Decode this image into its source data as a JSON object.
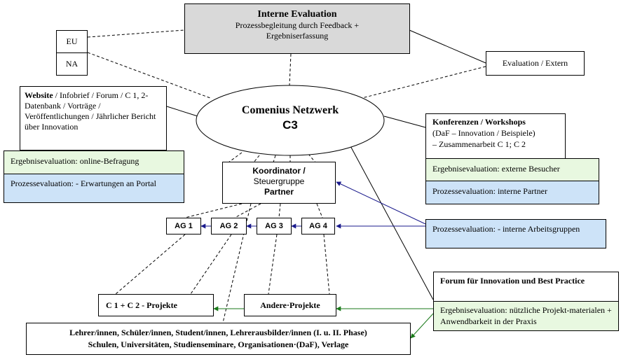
{
  "interne": {
    "title": "Interne Evaluation",
    "line1": "Prozessbegleitung durch Feedback +",
    "line2": "Ergebniserfassung"
  },
  "eu": "EU",
  "na": "NA",
  "extern": "Evaluation / Extern",
  "center": {
    "title": "Comenius Netzwerk",
    "code": "C3"
  },
  "website": {
    "bold": "Website",
    "rest": " / Infobrief / Forum / C 1, 2- Datenbank / Vorträge / Veröffentlichungen / Jährlicher Bericht über Innovation",
    "ergebnis": "Ergebnisevaluation: online-Befragung",
    "prozess": "Prozessevaluation: - Erwartungen an Portal"
  },
  "konf": {
    "bold": "Konferenzen / Workshops",
    "line2": "(DaF – Innovation / Beispiele)",
    "line3": "– Zusammenarbeit C 1; C 2",
    "ergebnis": "Ergebnisevaluation: externe Besucher",
    "prozess": "Prozessevaluation: interne Partner"
  },
  "koord": {
    "line1": "Koordinator /",
    "line2": "Steuergruppe",
    "line3": "Partner"
  },
  "ag": [
    "AG 1",
    "AG 2",
    "AG 3",
    "AG 4"
  ],
  "prozess_ag": "Prozessevaluation: - interne Arbeitsgruppen",
  "forum": {
    "title": "Forum für Innovation und Best Practice",
    "ergebnis": "Ergebnisevaluation: nützliche Projekt-materialen + Anwendbarkeit in der Praxis"
  },
  "c1c2": "C 1 + C 2 - Projekte",
  "andere": "Andere·Projekte",
  "bottom": {
    "line1": "Lehrer/innen, Schüler/innen, Student/innen, Lehrerausbilder/innen (I. u. II. Phase)",
    "line2": "Schulen, Universitäten, Studienseminare, Organisationen·(DaF), Verlage"
  },
  "colors": {
    "green_fill": "#e8f8e0",
    "blue_fill": "#cde3f8",
    "grey_fill": "#d9d9d9",
    "blue_arrow": "#1a1a8c",
    "green_arrow": "#1a7a1a"
  }
}
